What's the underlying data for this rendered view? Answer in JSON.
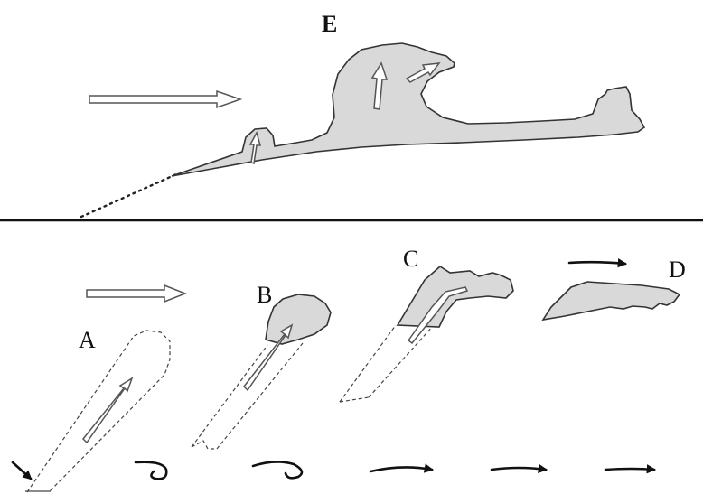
{
  "labels": {
    "a": "A",
    "b": "B",
    "c": "C",
    "d": "D",
    "e": "E"
  },
  "colors": {
    "cloud_fill": "#d9d9d9",
    "outline": "#333333",
    "background": "#ffffff"
  }
}
